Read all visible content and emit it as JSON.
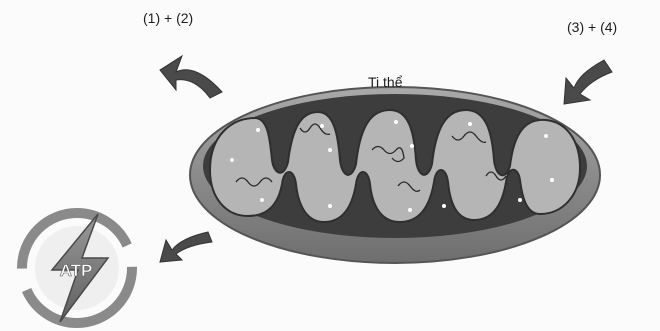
{
  "labels": {
    "products": "(1) + (2)",
    "reactants": "(3) + (4)",
    "organelle": "Ti thể",
    "energy": "ATP"
  },
  "icons": {
    "products_arrow": "curved-arrow-up-left-icon",
    "reactants_arrow": "curved-arrow-down-left-icon",
    "energy_arrow": "curved-arrow-down-left-icon",
    "energy_badge": "lightning-bolt-icon"
  },
  "colors": {
    "outer_membrane": "#8a8a8a",
    "intermembrane": "#3d3d3d",
    "matrix": "#b7b7b7",
    "arrow": "#4a4a4a"
  }
}
